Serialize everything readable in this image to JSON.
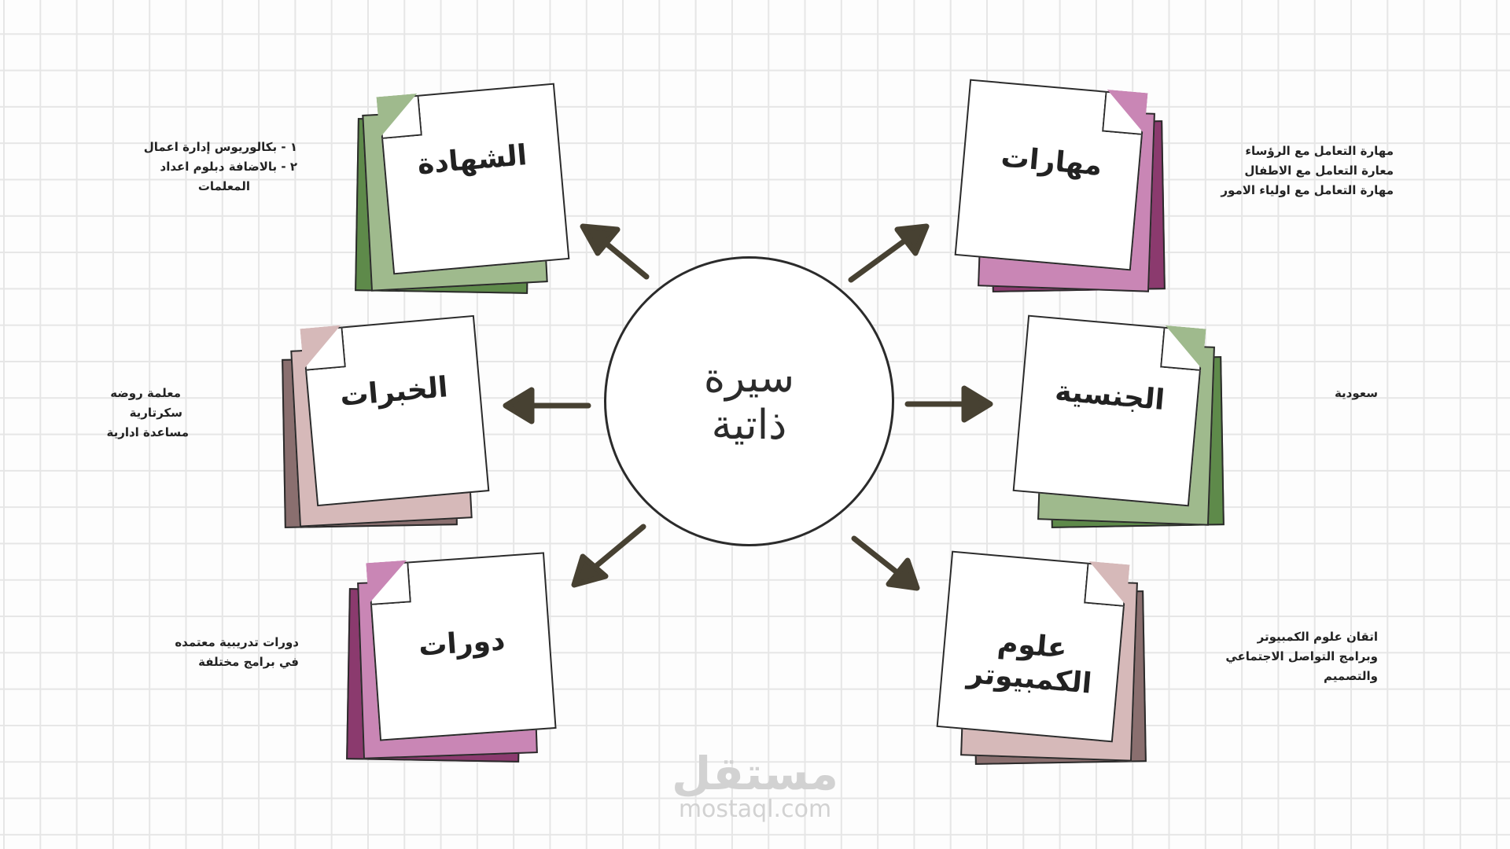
{
  "center": {
    "line1": "سيرة",
    "line2": "ذاتية"
  },
  "cards": {
    "certificate": {
      "title": "الشهادة",
      "lines": [
        "١ - بكالوريوس إدارة اعمال",
        "٢ - بالاضافة دبلوم اعداد",
        "المعلمات"
      ]
    },
    "experience": {
      "title": "الخبرات",
      "lines": [
        "معلمة روضه",
        "سكرتارية",
        "مساعدة ادارية"
      ]
    },
    "courses": {
      "title": "دورات",
      "lines": [
        "دورات تدريبية معتمده",
        "في برامج مختلفة"
      ]
    },
    "skills": {
      "title": "مهارات",
      "lines": [
        "مهارة التعامل مع الرؤساء",
        "معارة التعامل مع الاطفال",
        "مهارة التعامل مع اولياء الامور"
      ]
    },
    "nationality": {
      "title": "الجنسية",
      "lines": [
        "سعودية"
      ]
    },
    "computer": {
      "title_line1": "علوم",
      "title_line2": "الكمبيوتر",
      "lines": [
        "اتقان علوم الكمبيوتر",
        "وبرامج التواصل الاجتماعي",
        "والتصميم"
      ]
    }
  },
  "colors": {
    "green_dark": "#5e8a4a",
    "green_light": "#9fba8d",
    "plum_dark": "#8b3a6e",
    "pink": "#c986b5",
    "mauve_dark": "#8a6f6f",
    "mauve_light": "#d6b9b9",
    "arrow": "#474132",
    "outline": "#2b2b2b"
  },
  "watermark": {
    "arabic": "مستقل",
    "latin": "mostaql.com"
  }
}
